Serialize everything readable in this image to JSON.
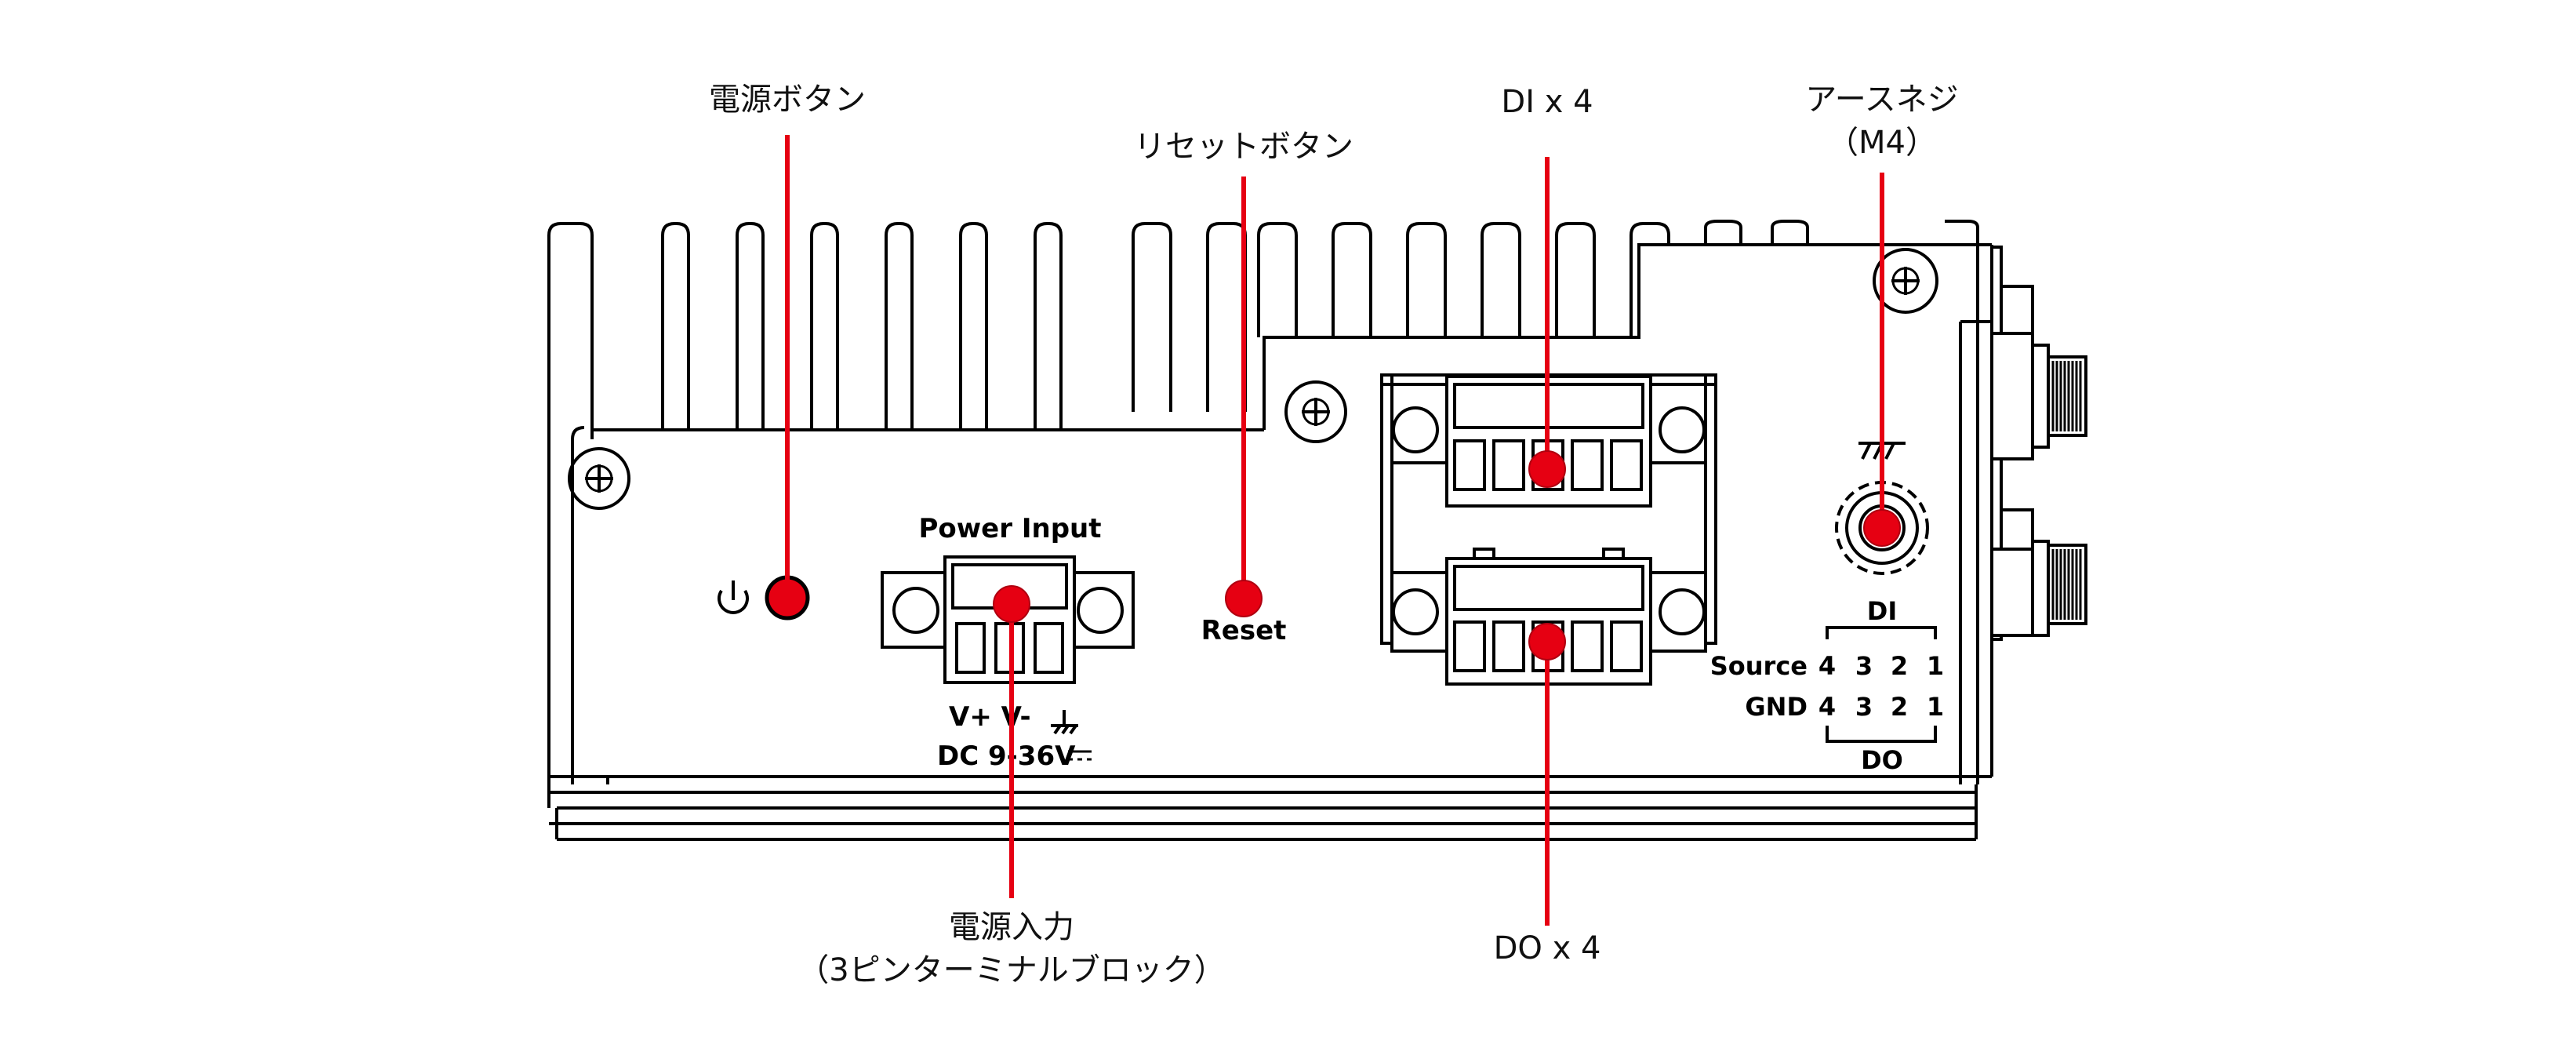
{
  "callouts": {
    "power_button": "電源ボタン",
    "reset_button": "リセットボタン",
    "di": "DI x 4",
    "earth_screw_line1": "アースネジ",
    "earth_screw_line2": "（M4）",
    "power_input_line1": "電源入力",
    "power_input_line2": "（3ピンターミナルブロック）",
    "do": "DO x 4"
  },
  "panel": {
    "power_input_title": "Power Input",
    "power_pins": "V+ V-",
    "power_rating": "DC 9-36V",
    "reset_label": "Reset",
    "di_label": "DI",
    "do_label": "DO",
    "source_label": "Source",
    "gnd_label": "GND",
    "source_pins": [
      "4",
      "3",
      "2",
      "1"
    ],
    "gnd_pins": [
      "4",
      "3",
      "2",
      "1"
    ]
  },
  "colors": {
    "callout_red": "#e60012",
    "outline": "#000000"
  }
}
